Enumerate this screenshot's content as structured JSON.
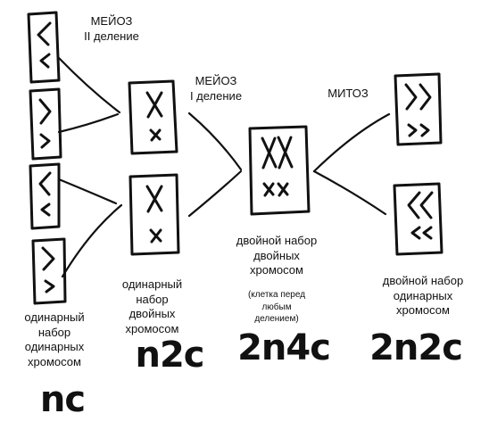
{
  "labels": {
    "meiosis_2": [
      "МЕЙОЗ",
      "II деление"
    ],
    "meiosis_1": [
      "МЕЙОЗ",
      "I деление"
    ],
    "mitosis": "МИТОЗ",
    "stage_n2c": [
      "одинарный",
      "набор",
      "двойных",
      "хромосом"
    ],
    "stage_2n4c": [
      "двойной набор",
      "двойных",
      "хромосом"
    ],
    "stage_2n4c_note": [
      "(клетка перед",
      "любым",
      "делением)"
    ],
    "stage_2n2c": [
      "двойной набор",
      "одинарных",
      "хромосом"
    ],
    "stage_nc": [
      "одинарный",
      "набор",
      "одинарных",
      "хромосом"
    ]
  },
  "formulas": {
    "nc": "nc",
    "n2c": "n2c",
    "2n4c": "2n4c",
    "2n2c": "2n2c"
  }
}
